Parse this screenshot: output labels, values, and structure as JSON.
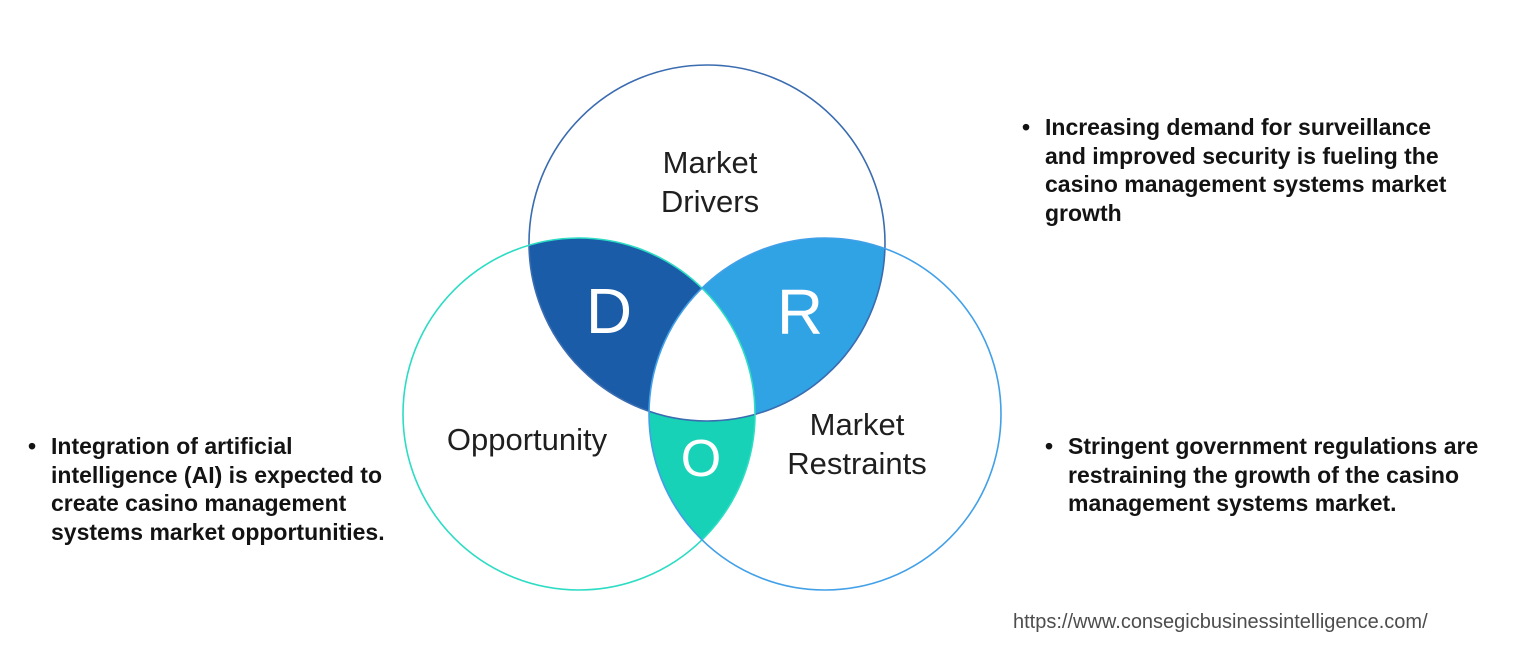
{
  "diagram": {
    "drivers": {
      "label_line1": "Market",
      "label_line2": "Drivers",
      "letter": "D"
    },
    "opportunity": {
      "label": "Opportunity",
      "letter": "O"
    },
    "restraints": {
      "label_line1": "Market",
      "label_line2": "Restraints",
      "letter": "R"
    },
    "colors": {
      "drivers_outline": "#3a6cb0",
      "opportunity_outline": "#2cdcc3",
      "restraints_outline": "#42a0e8",
      "d_lens": "#1a5ca8",
      "r_lens": "#2fa3e3",
      "o_lens": "#17d2b7",
      "center_fill": "#ffffff",
      "letter": "#ffffff",
      "label_text": "#1f1f1f",
      "bullet_text": "#131313",
      "url_text": "#4d4d4d",
      "background": "#ffffff"
    }
  },
  "bullets": {
    "marker": "•",
    "left": {
      "lines": [
        "Integration of artificial",
        "intelligence (AI) is expected to",
        "create casino management",
        "systems market opportunities."
      ]
    },
    "right_top": {
      "lines": [
        "Increasing demand for surveillance",
        "and improved security is fueling the",
        "casino management systems market",
        "growth"
      ]
    },
    "right_bottom": {
      "lines": [
        "Stringent government regulations are",
        "restraining the growth of the casino",
        "management systems market."
      ]
    }
  },
  "footer": {
    "source_url": "https://www.consegicbusinessintelligence.com/"
  }
}
